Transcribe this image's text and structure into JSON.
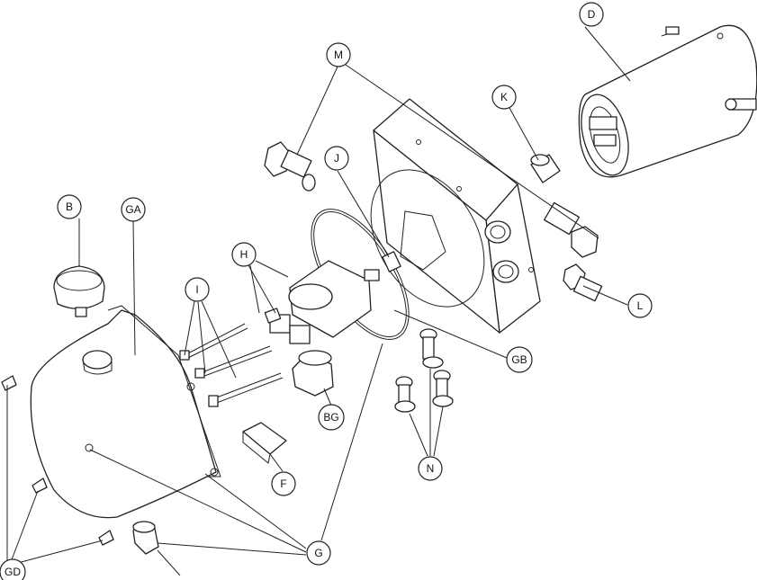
{
  "callouts": {
    "B": "B",
    "GA": "GA",
    "M": "M",
    "D": "D",
    "K": "K",
    "J": "J",
    "H": "H",
    "I": "I",
    "L": "L",
    "GB": "GB",
    "BG": "BG",
    "N": "N",
    "F": "F",
    "G": "G",
    "GD": "GD"
  }
}
